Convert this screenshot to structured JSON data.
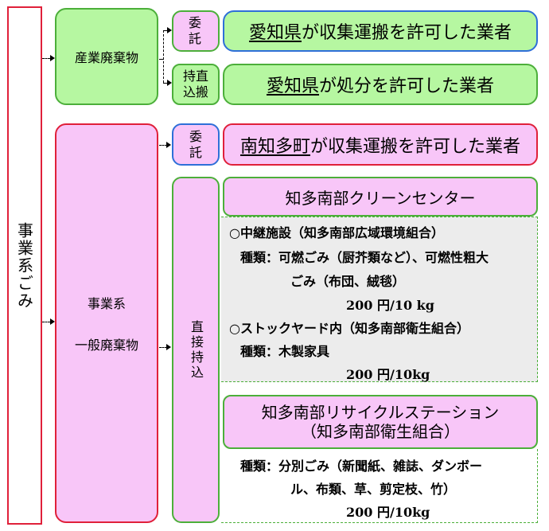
{
  "left_main": "事業系ごみ",
  "industrial": {
    "label": "産業廃棄物",
    "method1": "委託",
    "method2": "持直込搬",
    "collector": {
      "u": "愛知県",
      "rest": "が収集運搬を許可した業者"
    },
    "disposer": {
      "u": "愛知県",
      "rest": "が処分を許可した業者"
    }
  },
  "general": {
    "label_line1": "事業系",
    "label_line2": "一般廃棄物",
    "method1": "委託",
    "method2": "直接持込",
    "collector": {
      "u": "南知多町",
      "rest": "が収集運搬を許可した業者"
    },
    "center_title": "知多南部クリーンセンター",
    "center_facility1": "○中継施設（知多南部広域環境組合）",
    "center_types1_a": "種類：可燃ごみ（厨芥類など）、可燃性粗大",
    "center_types1_b": "ごみ（布団、絨毯）",
    "center_price1": "200 円/10 kg",
    "center_facility2": "○ストックヤード内（知多南部衛生組合）",
    "center_types2": "種類：木製家具",
    "center_price2": "200 円/10kg",
    "recycle_title_1": "知多南部リサイクルステーション",
    "recycle_title_2": "（知多南部衛生組合）",
    "recycle_types_a": "種類：分別ごみ（新聞紙、雑誌、ダンボー",
    "recycle_types_b": "ル、布類、草、剪定枝、竹）",
    "recycle_price": "200 円/10kg"
  }
}
